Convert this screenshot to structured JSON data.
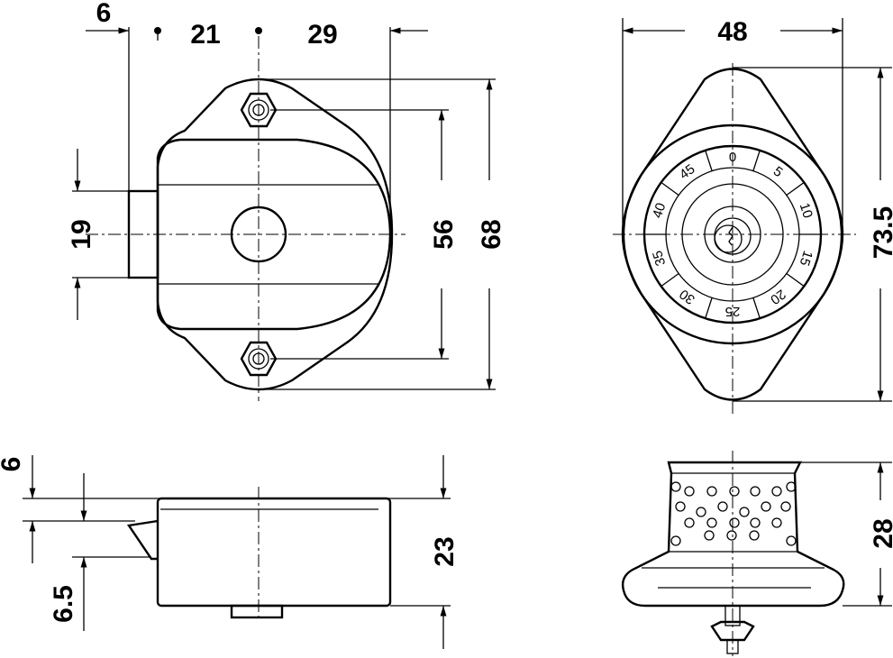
{
  "dimensions": {
    "top_left": [
      "6",
      "21",
      "29"
    ],
    "left_height": "19",
    "inner_height": "56",
    "outer_height": "68",
    "front_width": "48",
    "front_height": "73.5",
    "side_top": "6",
    "side_offset": "6.5",
    "side_height": "23",
    "knob_height": "28"
  },
  "dial_numbers": [
    "0",
    "5",
    "10",
    "15",
    "20",
    "25",
    "30",
    "35",
    "40",
    "45"
  ]
}
